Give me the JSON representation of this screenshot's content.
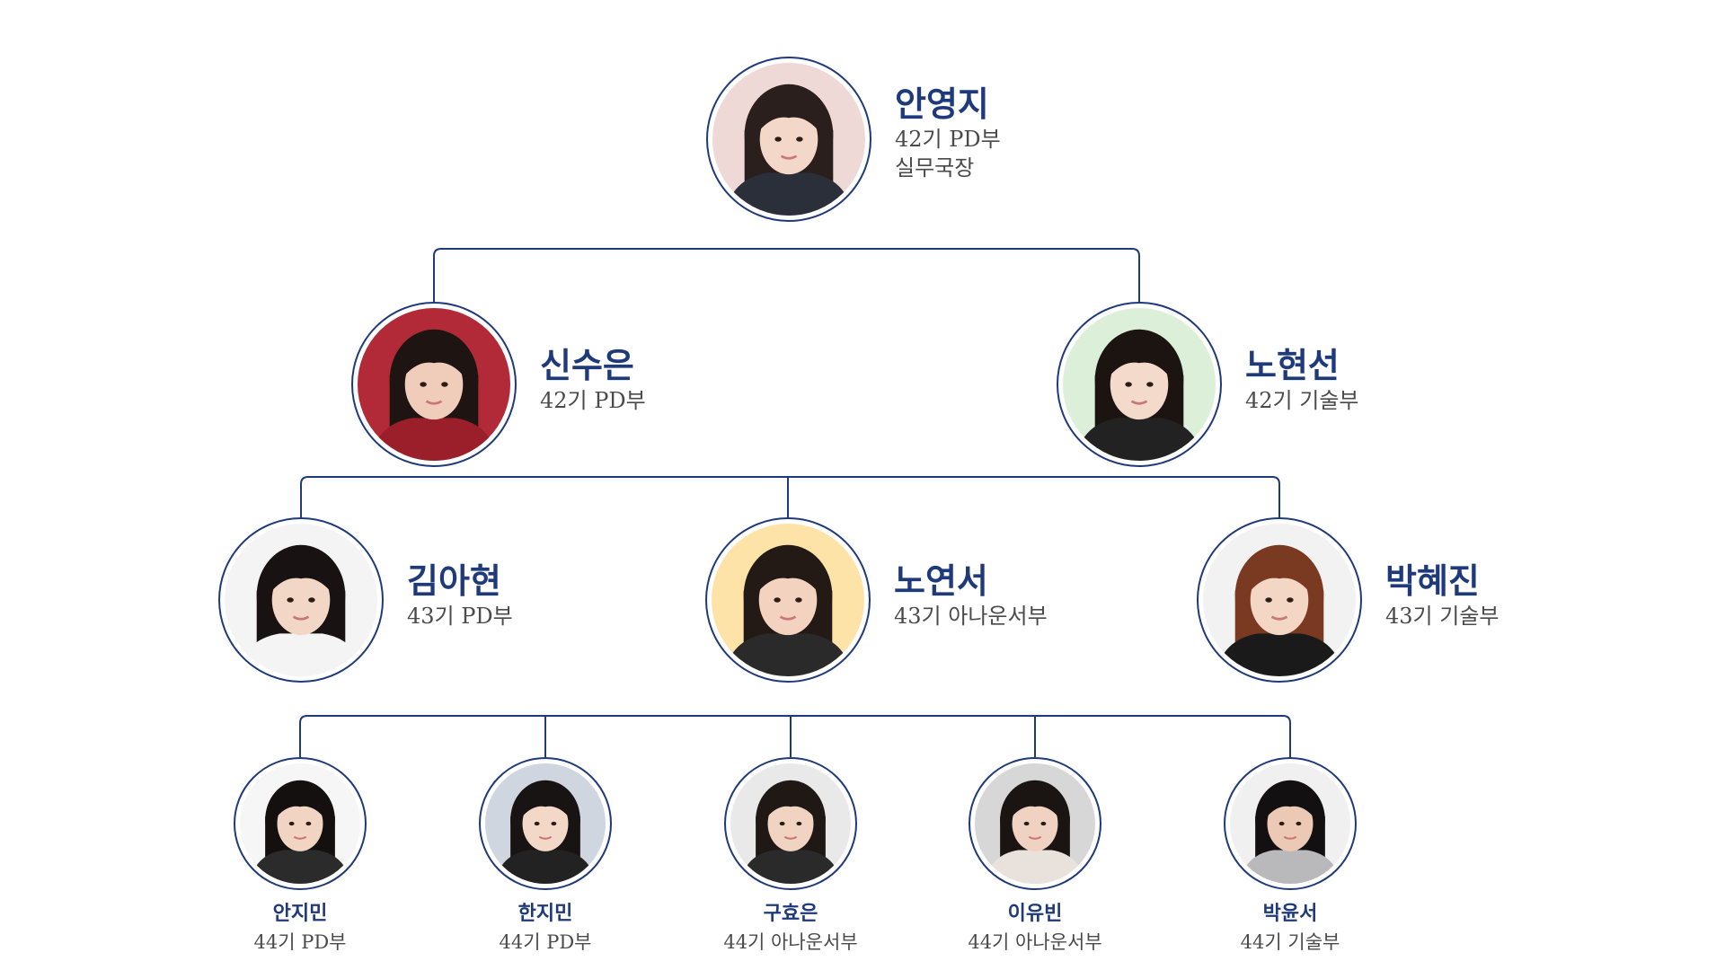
{
  "levels": {
    "top": [
      {
        "name": "안영지",
        "cohort": "42기 PD부",
        "role": "실무국장",
        "photo_bg": "#efd9d6",
        "hair": "#2a1f1c",
        "skin": "#f3d8c9",
        "shirt": "#2b2f3a"
      }
    ],
    "second": [
      {
        "name": "신수은",
        "cohort": "42기 PD부",
        "photo_bg": "#b22a38",
        "hair": "#1e1412",
        "skin": "#f0cdbb",
        "shirt": "#9a1f2a"
      },
      {
        "name": "노현선",
        "cohort": "42기 기술부",
        "photo_bg": "#dcefd8",
        "hair": "#1c1410",
        "skin": "#f4dacb",
        "shirt": "#222222"
      }
    ],
    "third": [
      {
        "name": "김아현",
        "cohort": "43기 PD부",
        "photo_bg": "#f4f4f4",
        "hair": "#181212",
        "skin": "#f2d6c6",
        "shirt": "#f4f4f4"
      },
      {
        "name": "노연서",
        "cohort": "43기 아나운서부",
        "photo_bg": "#fde3a8",
        "hair": "#231915",
        "skin": "#f3d2bf",
        "shirt": "#2a2a2a"
      },
      {
        "name": "박혜진",
        "cohort": "43기 기술부",
        "photo_bg": "#f2f2f2",
        "hair": "#7a3a22",
        "skin": "#f3d6c4",
        "shirt": "#1a1a1a"
      }
    ],
    "fourth": [
      {
        "name": "안지민",
        "cohort": "44기 PD부",
        "photo_bg": "#f6f6f6",
        "hair": "#151010",
        "skin": "#f2d4c2",
        "shirt": "#2b2b2b"
      },
      {
        "name": "한지민",
        "cohort": "44기 PD부",
        "photo_bg": "#cfd6e0",
        "hair": "#181414",
        "skin": "#f3d8c8",
        "shirt": "#222222"
      },
      {
        "name": "구효은",
        "cohort": "44기 아나운서부",
        "photo_bg": "#e9e9e9",
        "hair": "#1f1814",
        "skin": "#f1d3c2",
        "shirt": "#2a2a2a"
      },
      {
        "name": "이유빈",
        "cohort": "44기 아나운서부",
        "photo_bg": "#d7d7d7",
        "hair": "#1a1512",
        "skin": "#f0d2c2",
        "shirt": "#e9e2dc"
      },
      {
        "name": "박윤서",
        "cohort": "44기 기술부",
        "photo_bg": "#f0f0f0",
        "hair": "#121010",
        "skin": "#ecc9b5",
        "shirt": "#b9b9bb"
      }
    ]
  },
  "colors": {
    "accent": "#1f3a7a",
    "line": "#1f3a7a",
    "detail": "#4a4a4a"
  }
}
